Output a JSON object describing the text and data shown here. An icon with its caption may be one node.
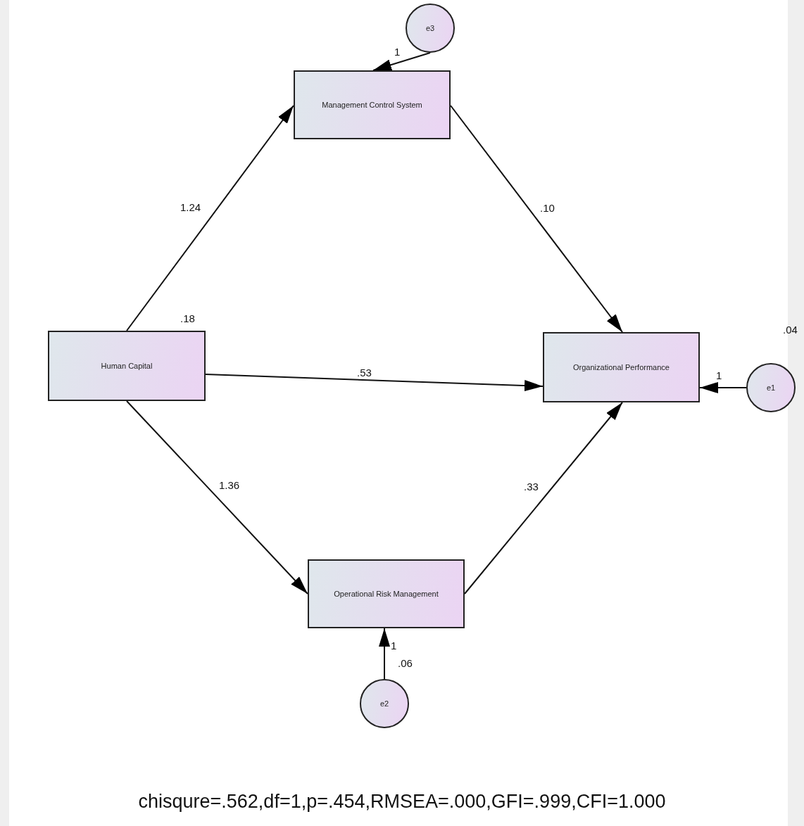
{
  "diagram": {
    "caption": "chisqure=.562,df=1,p=.454,RMSEA=.000,GFI=.999,CFI=1.000",
    "nodes": [
      {
        "text": [
          "e3"
        ]
      },
      {
        "text": [
          "Management Control System"
        ]
      },
      {
        "text": [
          "Human Capital"
        ],
        "beside": [
          ".18"
        ]
      },
      {
        "text": [
          "Organizational Performance"
        ]
      },
      {
        "text": [
          "e1"
        ],
        "beside": [
          ".04"
        ]
      },
      {
        "text": [
          "Operational Risk Management"
        ]
      },
      {
        "text": [
          "e2"
        ],
        "beside": [
          ".06"
        ]
      }
    ],
    "edges": [
      {
        "from": 0,
        "to": 1,
        "arrow": "to",
        "label": "1"
      },
      {
        "from": 2,
        "to": 1,
        "arrow": "to",
        "label": "1.24"
      },
      {
        "from": 1,
        "to": 3,
        "arrow": "to",
        "label": ".10"
      },
      {
        "from": 2,
        "to": 3,
        "arrow": "to",
        "label": ".53"
      },
      {
        "from": 4,
        "to": 3,
        "arrow": "to",
        "label": "1"
      },
      {
        "from": 2,
        "to": 5,
        "arrow": "to",
        "label": "1.36"
      },
      {
        "from": 5,
        "to": 3,
        "arrow": "to",
        "label": ".33"
      },
      {
        "from": 6,
        "to": 5,
        "arrow": "to",
        "label": "1"
      }
    ]
  }
}
